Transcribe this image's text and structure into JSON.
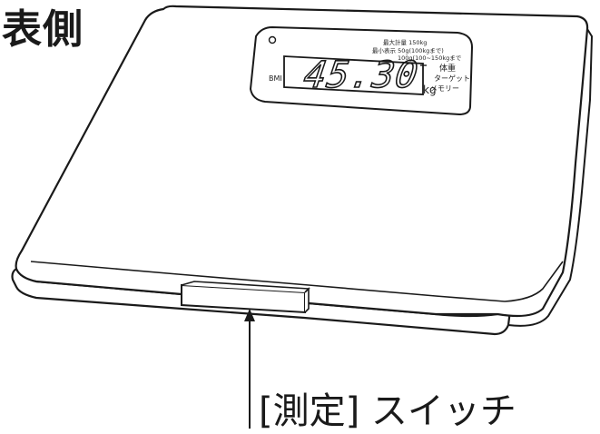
{
  "header": {
    "title": "表側"
  },
  "display": {
    "spec_max": "最大計量 150kg",
    "spec_min": "最小表示 50g(100kgまで)",
    "spec_min2": "100g(100~150kgまで",
    "reading": "45.30",
    "unit": "kg",
    "bmi_label": "BMI",
    "mode_weight": "体重",
    "mode_target": "ターゲット",
    "mode_memory": "メモリー"
  },
  "callout": {
    "label": "[測定] スイッチ"
  }
}
